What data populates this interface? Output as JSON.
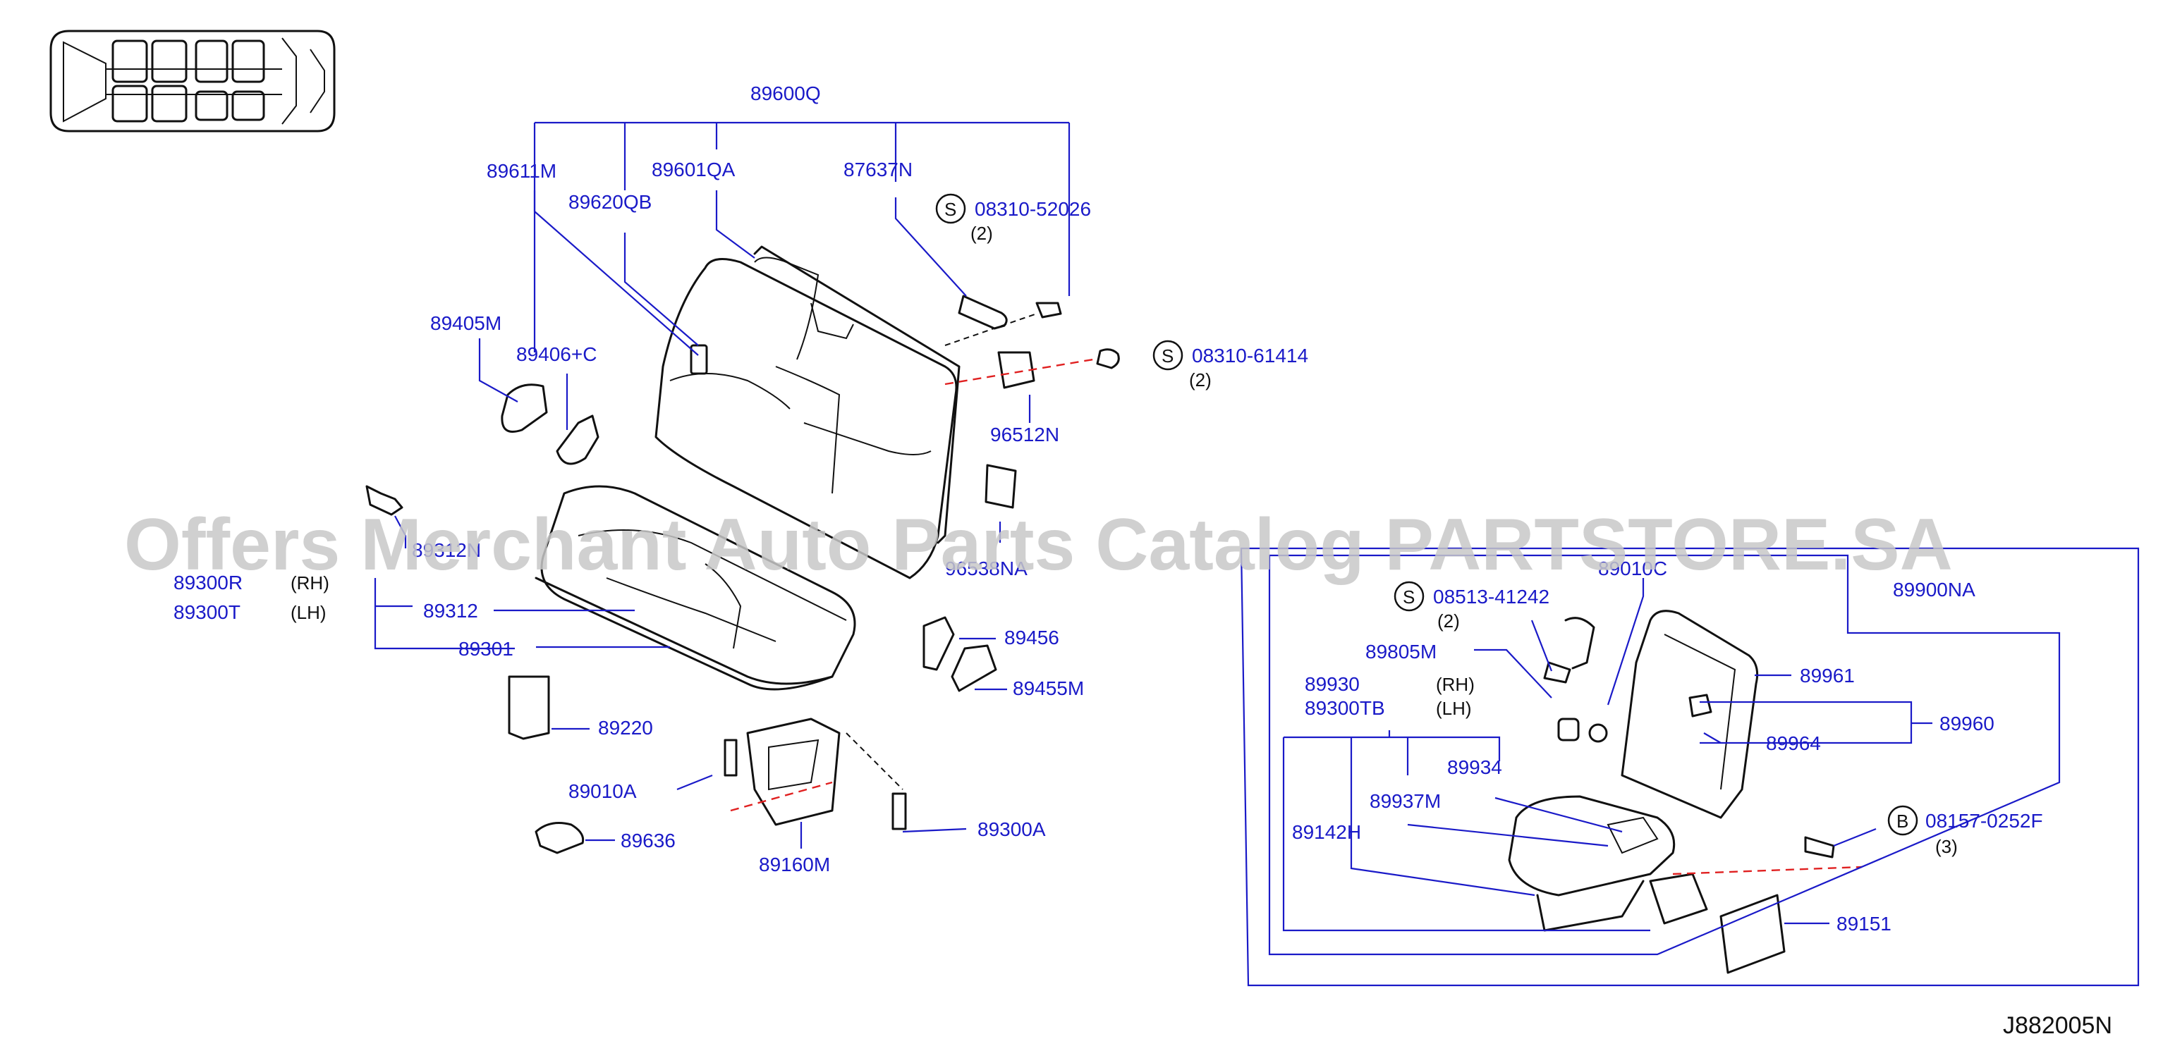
{
  "watermark": "Offers Merchant Auto Parts Catalog PARTSTORE.SA",
  "diagram_ref": "J882005N",
  "parts": {
    "p89600Q": "89600Q",
    "p89611M": "89611M",
    "p89601QA": "89601QA",
    "p87637N": "87637N",
    "p89620QB": "89620QB",
    "p0831052026": "08310-52026",
    "q0831052026": "(2)",
    "p0831061414": "08310-61414",
    "q0831061414": "(2)",
    "p89405M": "89405M",
    "p89406C": "89406+C",
    "p96512N": "96512N",
    "p89312N": "89312N",
    "p96538NA": "96538NA",
    "p89300R": "89300R",
    "rh1": "(RH)",
    "p89300T": "89300T",
    "lh1": "(LH)",
    "p89312": "89312",
    "p89301": "89301",
    "p89456": "89456",
    "p89455M": "89455M",
    "p89220": "89220",
    "p89010A": "89010A",
    "p89636": "89636",
    "p89160M": "89160M",
    "p89300A": "89300A",
    "p0851341242": "08513-41242",
    "q0851341242": "(2)",
    "p89010C": "89010C",
    "p89900NA": "89900NA",
    "p89805M": "89805M",
    "p89930": "89930",
    "rh2": "(RH)",
    "p89300TB": "89300TB",
    "lh2": "(LH)",
    "p89961": "89961",
    "p89960": "89960",
    "p89964": "89964",
    "p89934": "89934",
    "p89937M": "89937M",
    "p89142H": "89142H",
    "p081570252F": "08157-0252F",
    "q081570252F": "(3)",
    "p89151": "89151"
  },
  "symbols": {
    "s": "S",
    "b": "B"
  }
}
